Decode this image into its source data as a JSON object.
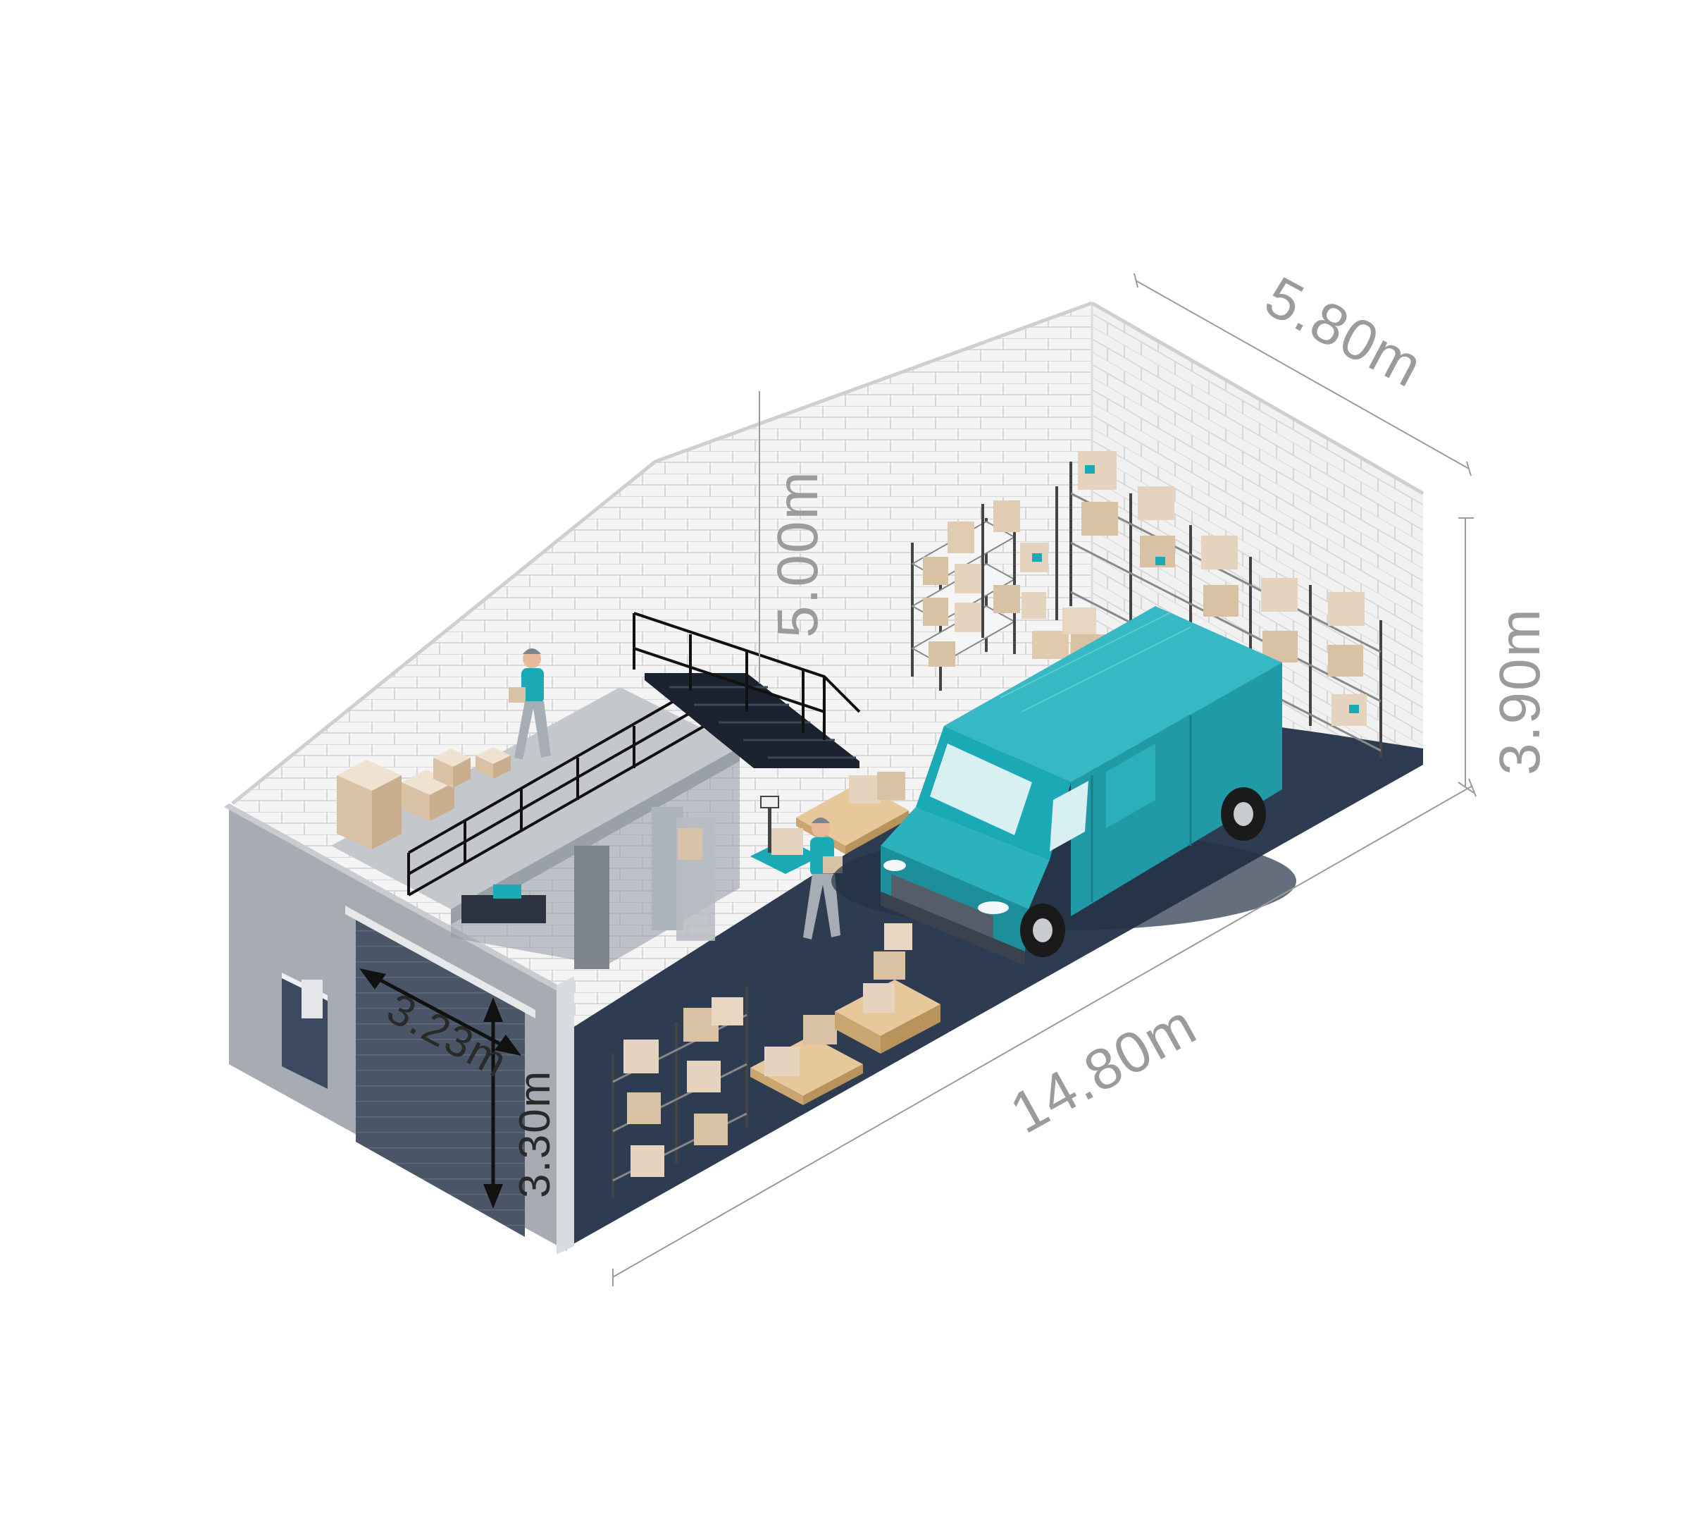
{
  "dimensions": {
    "depth": "5.80m",
    "wall_height": "3.90m",
    "peak_height": "5.00m",
    "length": "14.80m",
    "door_width": "3.23m",
    "door_height": "3.30m"
  },
  "colors": {
    "floor": "#2e3c52",
    "wall": "#f2f2f2",
    "brick_line": "#d9d9d9",
    "front_wall": "#a7acb2",
    "accent_teal": "#1ba9b5",
    "box": "#e6d3bd",
    "pallet": "#e7c89a",
    "dimension_line": "#9b9b9b"
  },
  "scene": {
    "objects": [
      "warehouse-unit",
      "roller-door",
      "mezzanine",
      "staircase",
      "shelving-racks",
      "cardboard-boxes",
      "pallets",
      "delivery-van",
      "workers",
      "platform-scale"
    ]
  }
}
